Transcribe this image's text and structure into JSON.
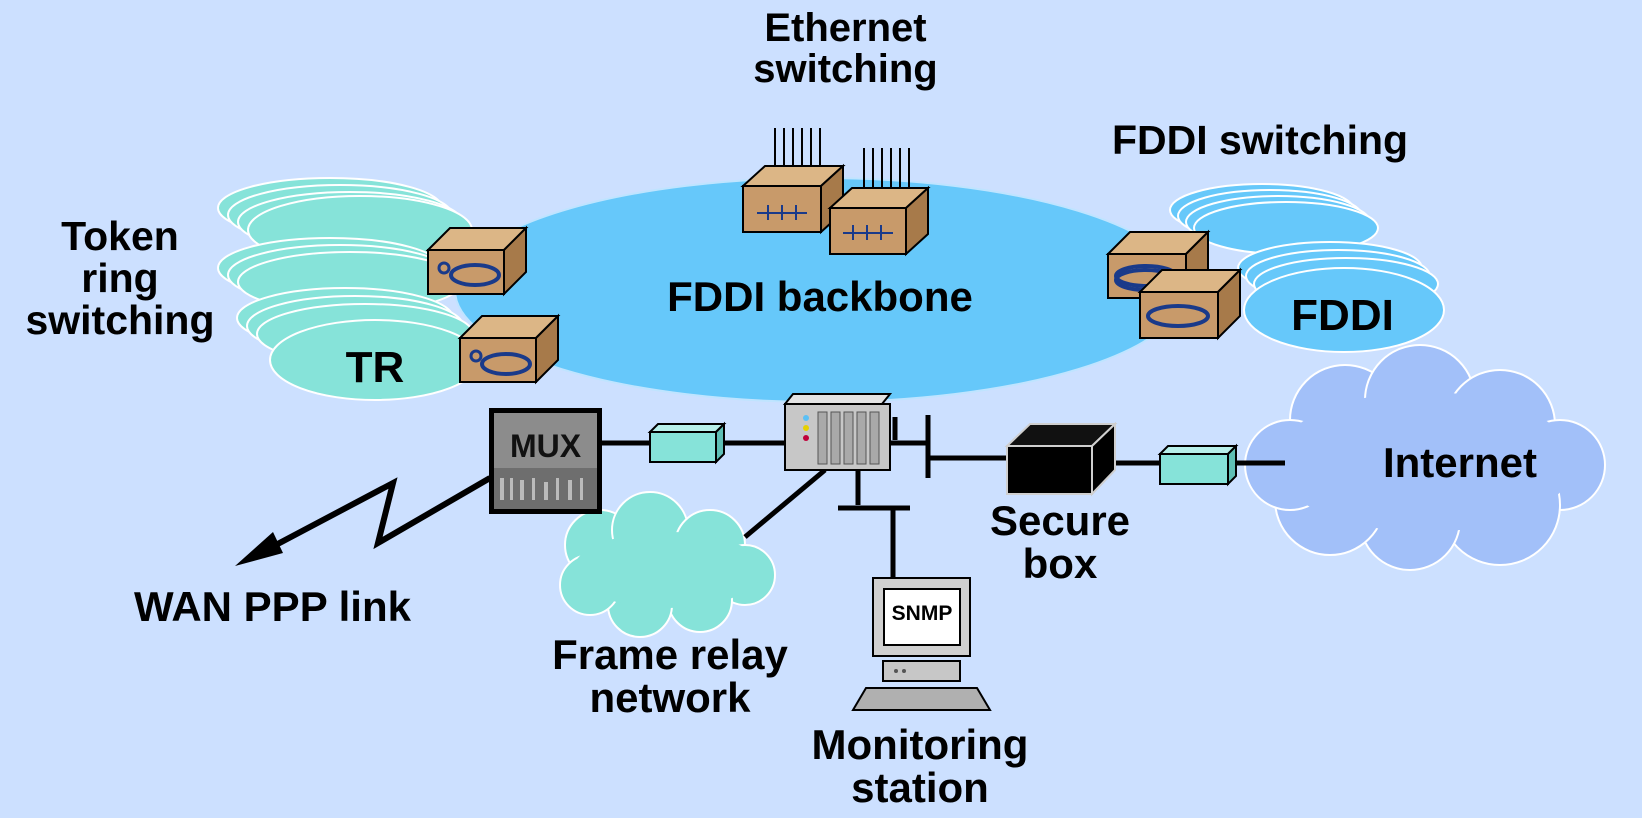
{
  "labels": {
    "ethernet_switching": [
      "Ethernet",
      "switching"
    ],
    "fddi_switching": "FDDI switching",
    "token_ring_switching": [
      "Token",
      "ring",
      "switching"
    ],
    "tr": "TR",
    "fddi_backbone": "FDDI backbone",
    "fddi": "FDDI",
    "mux": "MUX",
    "internet": "Internet",
    "secure_box": [
      "Secure",
      "box"
    ],
    "wan_ppp_link": "WAN PPP link",
    "frame_relay_network": [
      "Frame relay",
      "network"
    ],
    "snmp": "SNMP",
    "monitoring_station": [
      "Monitoring",
      "station"
    ]
  },
  "colors": {
    "background": "#cce0ff",
    "backbone": "#66c8fa",
    "token_ring_clouds": "#86e3d9",
    "fddi_clouds": "#66c8fa",
    "internet_cloud": "#a2c0f9",
    "frame_relay_cloud": "#86e3d9",
    "switch_box": "#c89a6a",
    "secure_box": "#000000",
    "link_device": "#86e3d9"
  }
}
